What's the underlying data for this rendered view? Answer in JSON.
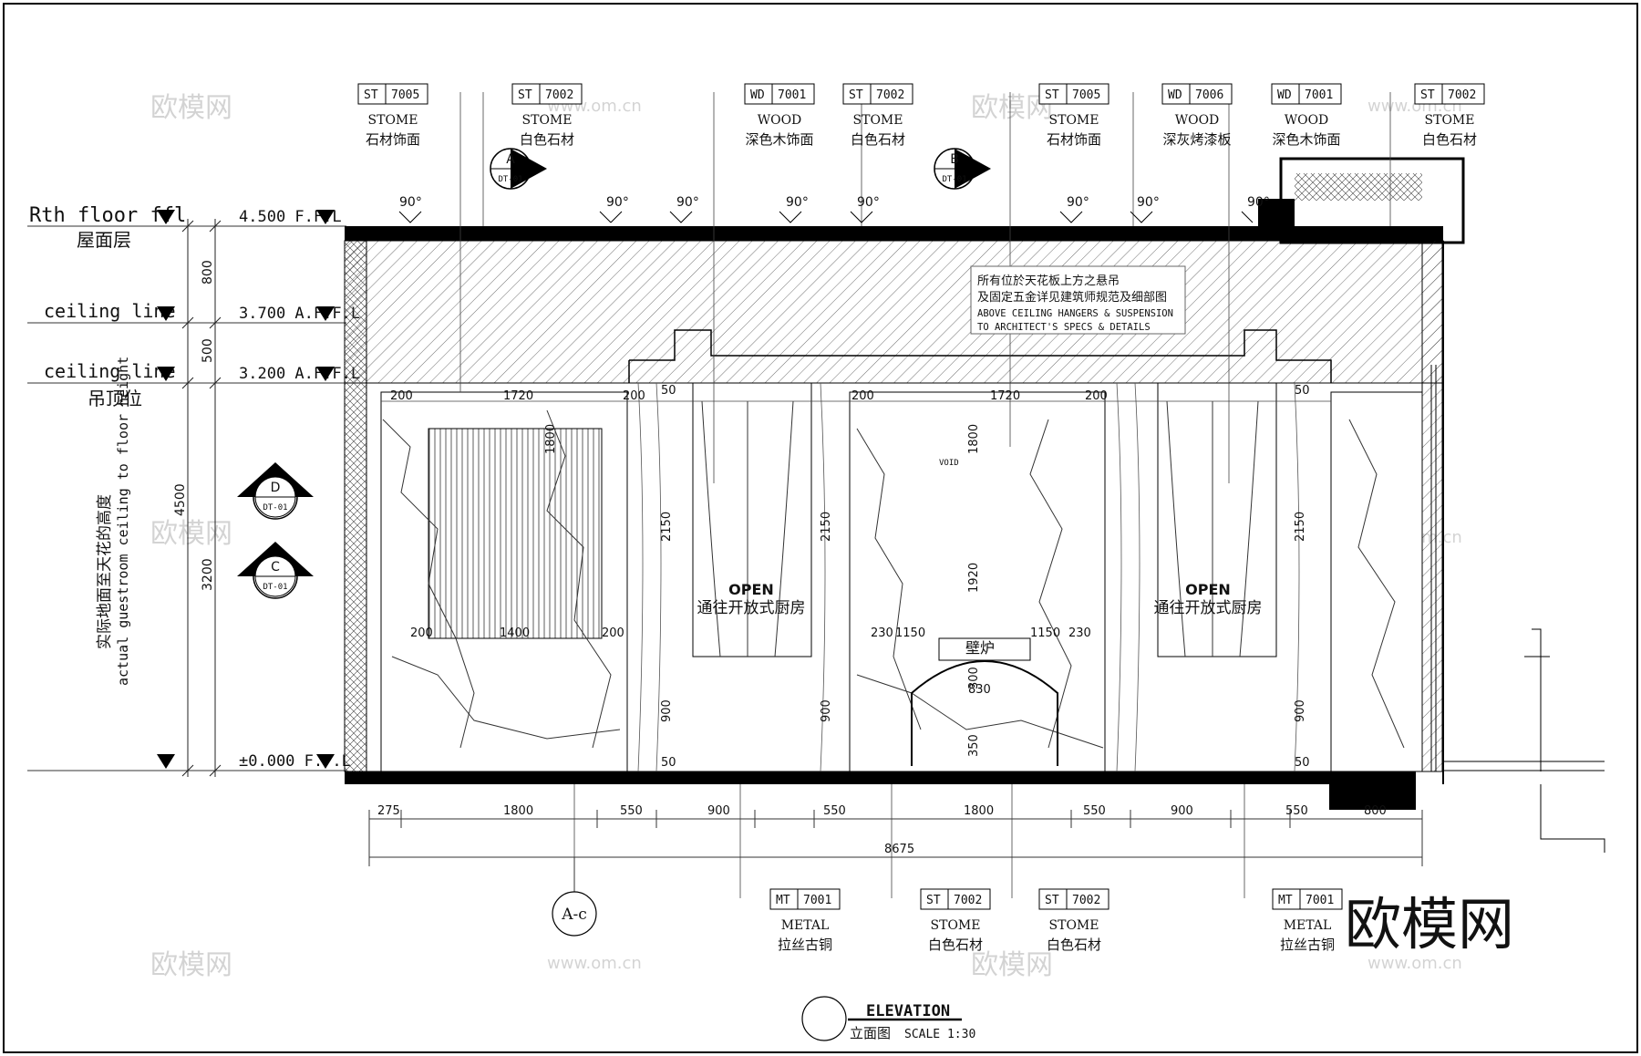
{
  "floor_levels": [
    {
      "label": "Rth floor ffl",
      "value": "4.500 F.F.L",
      "zh": "屋面层"
    },
    {
      "label": "ceiling line",
      "value": "3.700 A.F.F.L",
      "zh": ""
    },
    {
      "label": "ceiling line",
      "value": "3.200 A.F.F.L",
      "zh": "吊顶位"
    },
    {
      "label": "",
      "value": "±0.000 F.F.L",
      "zh": ""
    }
  ],
  "height_note": {
    "zh": "实际地面至天花的高度",
    "en": "actual guestroom ceiling to floor height"
  },
  "vertical_dims": {
    "d800": "800",
    "d500": "500",
    "d3200": "3200",
    "d4500": "4500"
  },
  "top_tags": [
    {
      "code": "ST",
      "num": "7005",
      "material": "STOME",
      "zh": "石材饰面"
    },
    {
      "code": "ST",
      "num": "7002",
      "material": "STOME",
      "zh": "白色石材"
    },
    {
      "code": "WD",
      "num": "7001",
      "material": "WOOD",
      "zh": "深色木饰面"
    },
    {
      "code": "ST",
      "num": "7002",
      "material": "STOME",
      "zh": "白色石材"
    },
    {
      "code": "ST",
      "num": "7005",
      "material": "STOME",
      "zh": "石材饰面"
    },
    {
      "code": "WD",
      "num": "7006",
      "material": "WOOD",
      "zh": "深灰烤漆板"
    },
    {
      "code": "WD",
      "num": "7001",
      "material": "WOOD",
      "zh": "深色木饰面"
    },
    {
      "code": "ST",
      "num": "7002",
      "material": "STOME",
      "zh": "白色石材"
    }
  ],
  "bottom_tags": [
    {
      "code": "MT",
      "num": "7001",
      "material": "METAL",
      "zh": "拉丝古铜"
    },
    {
      "code": "ST",
      "num": "7002",
      "material": "STOME",
      "zh": "白色石材"
    },
    {
      "code": "ST",
      "num": "7002",
      "material": "STOME",
      "zh": "白色石材"
    },
    {
      "code": "MT",
      "num": "7001",
      "material": "METAL",
      "zh": "拉丝古铜"
    }
  ],
  "section_markers": [
    {
      "letter": "A",
      "ref": "DT-01"
    },
    {
      "letter": "B",
      "ref": "DT-01"
    },
    {
      "letter": "D",
      "ref": "DT-01"
    },
    {
      "letter": "C",
      "ref": "DT-01"
    }
  ],
  "angle_label": "90°",
  "ceiling_note": {
    "zh1": "所有位於天花板上方之悬吊",
    "zh2": "及固定五金详见建筑师规范及细部图",
    "en1": "ABOVE CEILING HANGERS & SUSPENSION",
    "en2": "TO ARCHITECT'S SPECS & DETAILS"
  },
  "openings": [
    {
      "en": "OPEN",
      "zh": "通往开放式厨房"
    },
    {
      "en": "OPEN",
      "zh": "通往开放式厨房"
    }
  ],
  "fireplace_label": "壁炉",
  "void_label": "VOID",
  "inner_dims": {
    "d200": "200",
    "d1720": "1720",
    "d1800": "1800",
    "d1400": "1400",
    "d2150": "2150",
    "d900": "900",
    "d230": "230",
    "d1150": "1150",
    "d830": "830",
    "d300": "300",
    "d350": "350",
    "d1920": "1920",
    "d50": "50"
  },
  "bottom_dims": [
    "275",
    "1800",
    "550",
    "900",
    "550",
    "1800",
    "550",
    "900",
    "550",
    "800"
  ],
  "total_dim": "8675",
  "grid_marker": "A-c",
  "title": {
    "en": "ELEVATION",
    "zh": "立面图",
    "scale": "SCALE 1:30"
  },
  "watermarks": {
    "logo": "欧模网",
    "url": "www.om.cn"
  }
}
